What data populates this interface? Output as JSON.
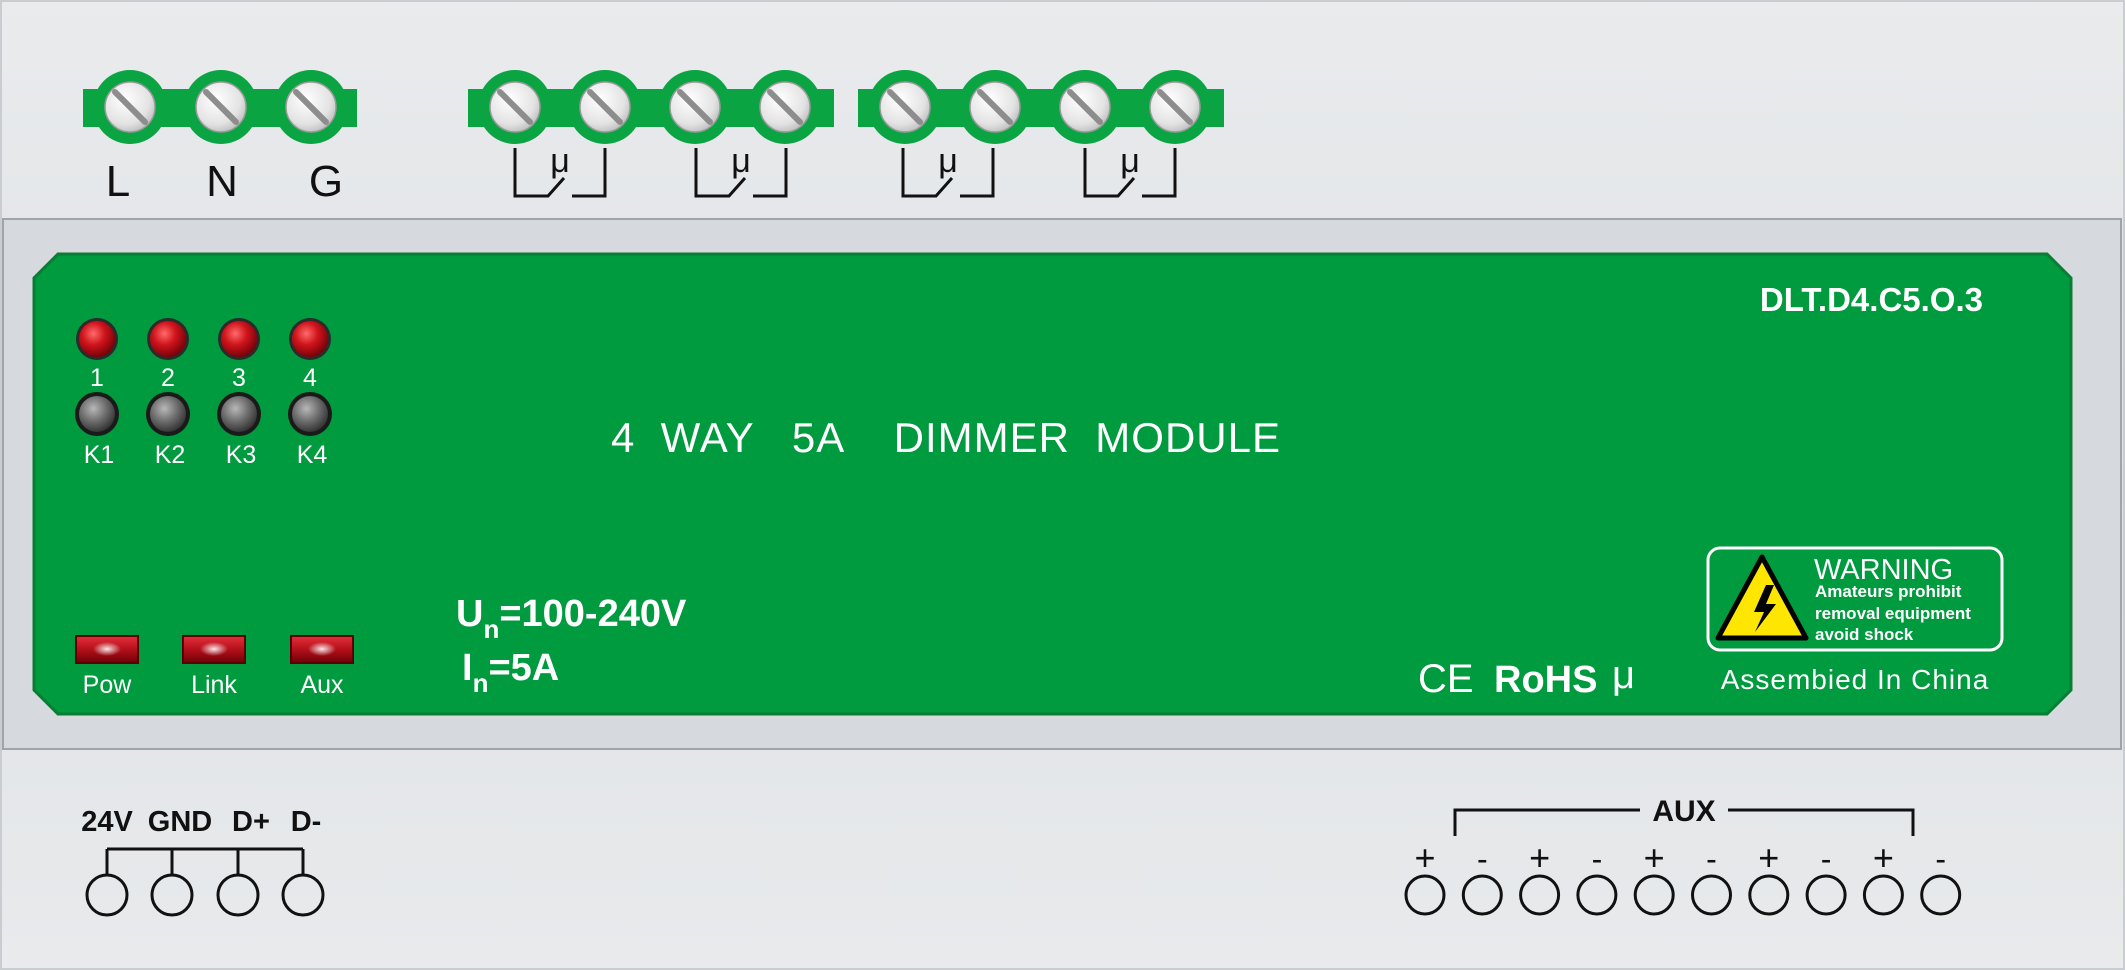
{
  "power_terminals": {
    "labels": [
      "L",
      "N",
      "G"
    ]
  },
  "relay_terminals": {
    "relay_symbol": "μ",
    "groups": 4
  },
  "panel": {
    "model": "DLT.D4.C5.O.3",
    "title": "4  WAY   5A    DIMMER  MODULE",
    "channel_leds": [
      "1",
      "2",
      "3",
      "4"
    ],
    "key_buttons": [
      "K1",
      "K2",
      "K3",
      "K4"
    ],
    "status_leds": [
      "Pow",
      "Link",
      "Aux"
    ],
    "voltage": {
      "symbol": "U",
      "sub": "n",
      "value": "=100-240V"
    },
    "current": {
      "symbol": "I",
      "sub": "n",
      "value": "=5A"
    },
    "certs": {
      "ce": "CE",
      "rohs": "RoHS",
      "mark": "μ"
    },
    "warning": {
      "title": "WARNING",
      "lines": [
        "Amateurs prohibit",
        "removal equipment",
        "avoid shock"
      ]
    },
    "assembled": "Assembied In China"
  },
  "bus_terminals": {
    "labels": [
      "24V",
      "GND",
      "D+",
      "D-"
    ]
  },
  "aux_terminals": {
    "label": "AUX",
    "polarity": [
      "+",
      "-",
      "+",
      "-",
      "+",
      "-",
      "+",
      "-",
      "+",
      "-"
    ]
  },
  "colors": {
    "panel_green": "#009a3f",
    "led_red": "#d0141c",
    "housing": "#dcdfe2",
    "warning_yellow": "#ffe600"
  }
}
